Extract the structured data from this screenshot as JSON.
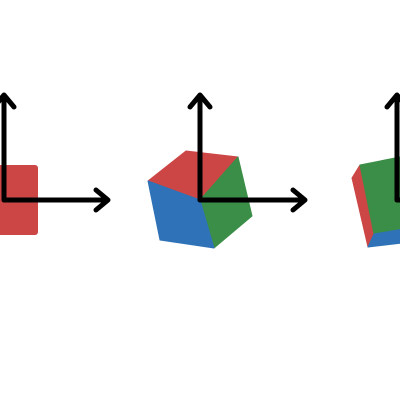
{
  "colors": {
    "background": "#ffffff",
    "axis": "#000000",
    "face_red": "#cc4646",
    "face_green": "#3a8e47",
    "face_blue": "#2f72b7"
  },
  "panels": [
    {
      "id": "panel-1",
      "axes": [
        "y-up",
        "x-right"
      ],
      "faces": [
        {
          "name": "front-face",
          "color_key": "face_red"
        }
      ]
    },
    {
      "id": "panel-2",
      "axes": [
        "y-up",
        "x-right"
      ],
      "faces": [
        {
          "name": "top-face",
          "color_key": "face_red"
        },
        {
          "name": "right-face",
          "color_key": "face_green"
        },
        {
          "name": "left-face",
          "color_key": "face_blue"
        }
      ]
    },
    {
      "id": "panel-3",
      "axes": [
        "y-up",
        "x-right"
      ],
      "faces": [
        {
          "name": "left-face",
          "color_key": "face_red"
        },
        {
          "name": "right-face",
          "color_key": "face_green"
        },
        {
          "name": "bottom-face",
          "color_key": "face_blue"
        }
      ]
    }
  ]
}
